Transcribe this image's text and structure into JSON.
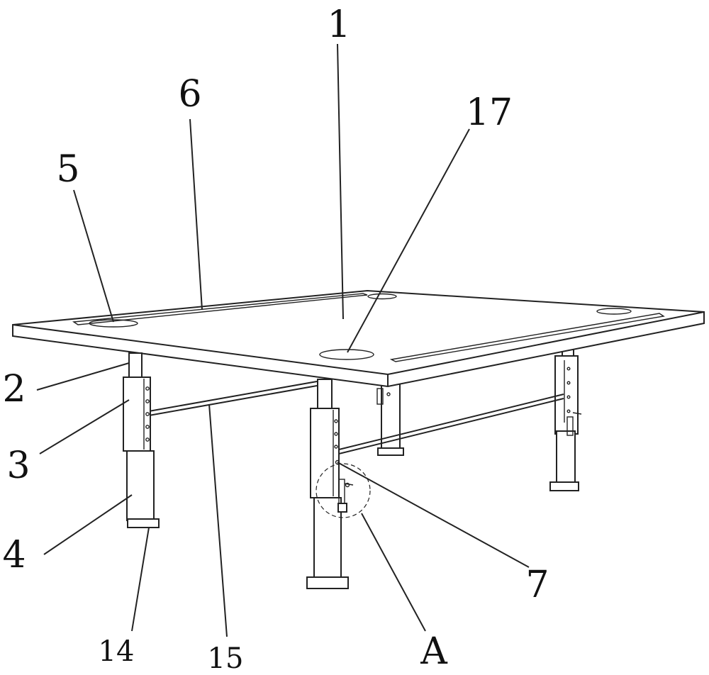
{
  "labels": {
    "l1": "1",
    "l2": "2",
    "l3": "3",
    "l4": "4",
    "l5": "5",
    "l6": "6",
    "l7": "7",
    "l14": "14",
    "l15": "15",
    "l17": "17",
    "lA": "A"
  }
}
